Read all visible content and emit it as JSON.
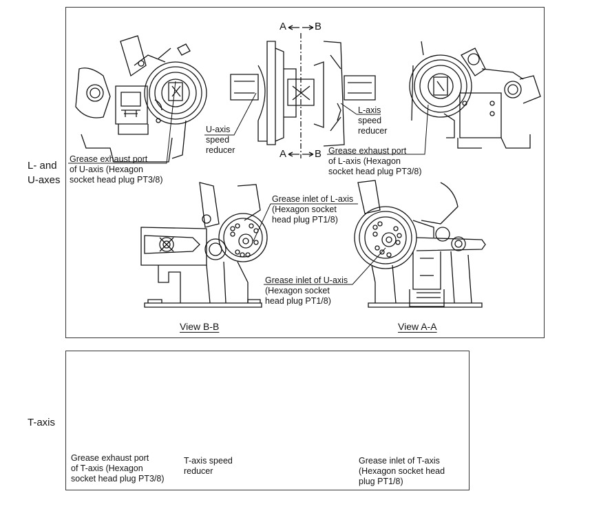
{
  "sections": {
    "lu": {
      "side_label_line1": "L- and",
      "side_label_line2": "U-axes",
      "section_marks": {
        "top_a": "A",
        "top_b": "B",
        "bottom_a": "A",
        "bottom_b": "B"
      },
      "callouts": {
        "u_exhaust": [
          "Grease exhaust port",
          "of U-axis (Hexagon",
          "socket head plug PT3/8)"
        ],
        "u_reducer": [
          "U-axis",
          "speed",
          "reducer"
        ],
        "l_reducer": [
          "L-axis",
          "speed",
          "reducer"
        ],
        "l_exhaust": [
          "Grease exhaust port",
          "of L-axis (Hexagon",
          "socket head plug PT3/8)"
        ],
        "l_inlet": [
          "Grease inlet of L-axis",
          "(Hexagon socket",
          "head plug PT1/8)"
        ],
        "u_inlet": [
          "Grease inlet of U-axis",
          "(Hexagon socket",
          "head plug PT1/8)"
        ]
      },
      "view_bb": "View B-B",
      "view_aa": "View A-A"
    },
    "t": {
      "side_label": "T-axis",
      "callouts": {
        "t_exhaust": [
          "Grease exhaust port",
          "of T-axis (Hexagon",
          "socket head plug PT3/8)"
        ],
        "t_reducer": [
          "T-axis speed",
          "reducer"
        ],
        "t_inlet": [
          "Grease inlet of T-axis",
          "(Hexagon socket head",
          "plug PT1/8)"
        ]
      }
    }
  },
  "colors": {
    "line": "#111111",
    "border": "#333333",
    "background": "#ffffff"
  }
}
